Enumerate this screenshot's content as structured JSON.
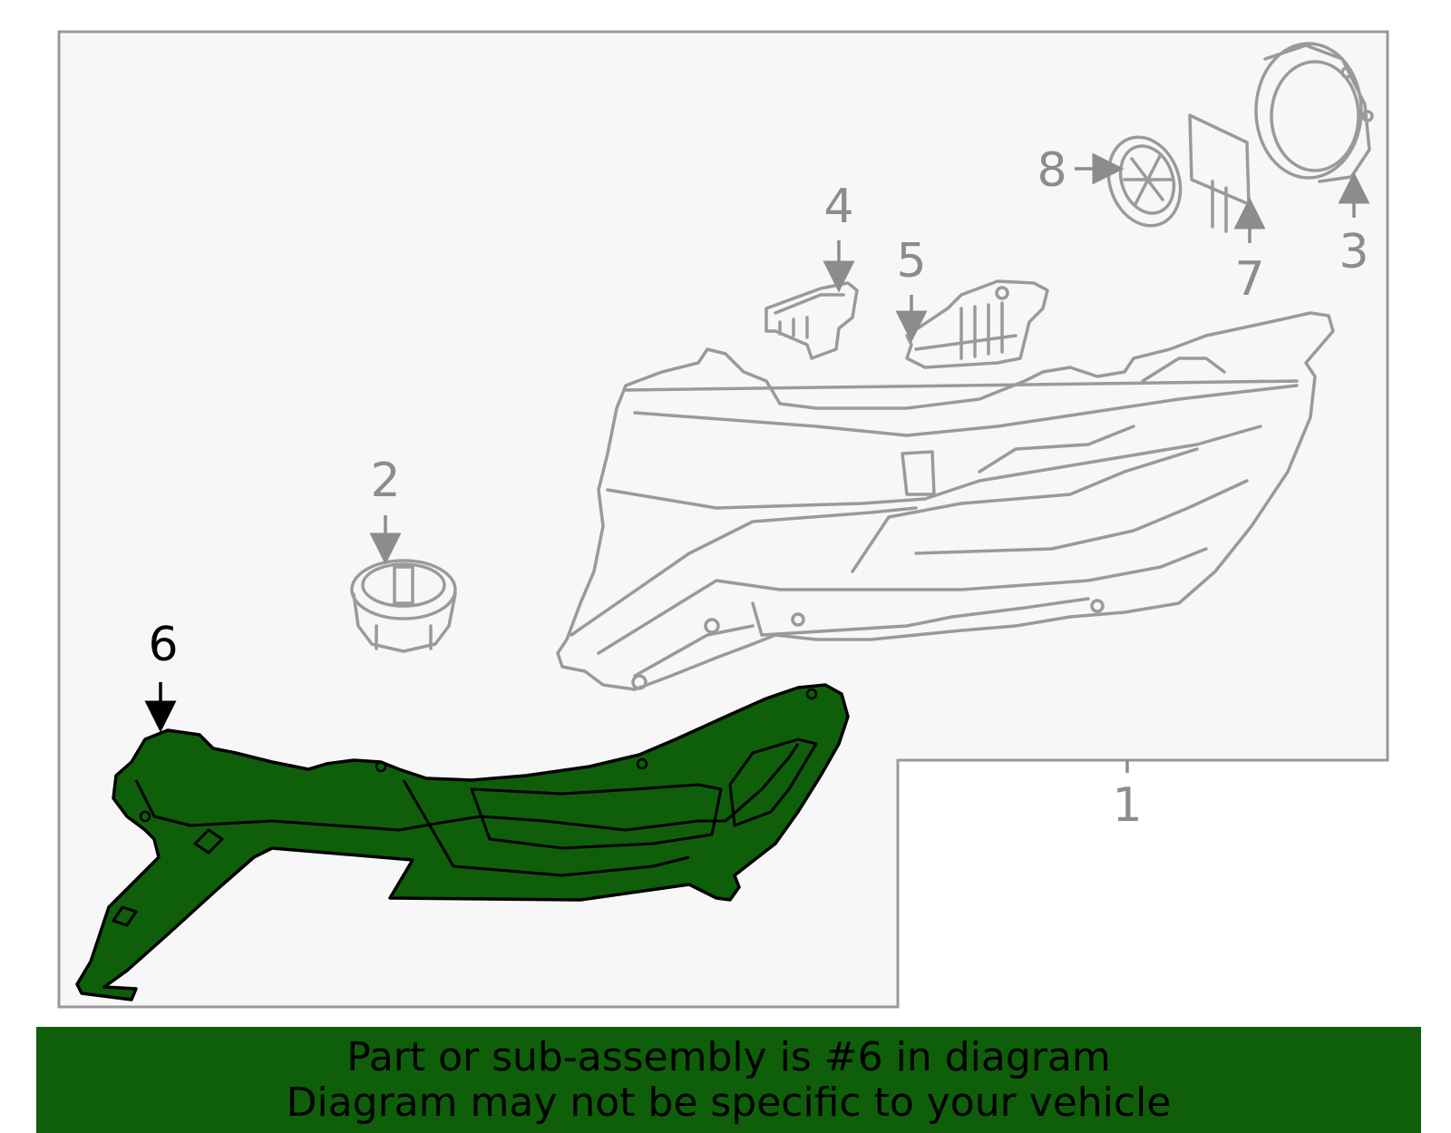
{
  "colors": {
    "highlight_fill": "#0f5e0a",
    "banner_background": "#0f5e0a",
    "diagram_background": "#f7f7f7",
    "line_art": "#9a9a9a",
    "frame": "#999999",
    "callout_text": "#8c8c8c",
    "highlight_callout_text": "#000000"
  },
  "diagram": {
    "highlighted_part": "6",
    "callouts": [
      {
        "id": "1",
        "label": "1",
        "highlighted": false,
        "part": "headlamp-assembly"
      },
      {
        "id": "2",
        "label": "2",
        "highlighted": false,
        "part": "bulb-socket"
      },
      {
        "id": "3",
        "label": "3",
        "highlighted": false,
        "part": "dust-cover-ring"
      },
      {
        "id": "4",
        "label": "4",
        "highlighted": false,
        "part": "mounting-bracket"
      },
      {
        "id": "5",
        "label": "5",
        "highlighted": false,
        "part": "control-module"
      },
      {
        "id": "6",
        "label": "6",
        "highlighted": true,
        "part": "trim-bezel"
      },
      {
        "id": "7",
        "label": "7",
        "highlighted": false,
        "part": "gasket-plate"
      },
      {
        "id": "8",
        "label": "8",
        "highlighted": false,
        "part": "cap-cover"
      }
    ]
  },
  "banner": {
    "line1": "Part or sub-assembly is #6 in diagram",
    "line2": "Diagram may not be specific to your vehicle"
  }
}
